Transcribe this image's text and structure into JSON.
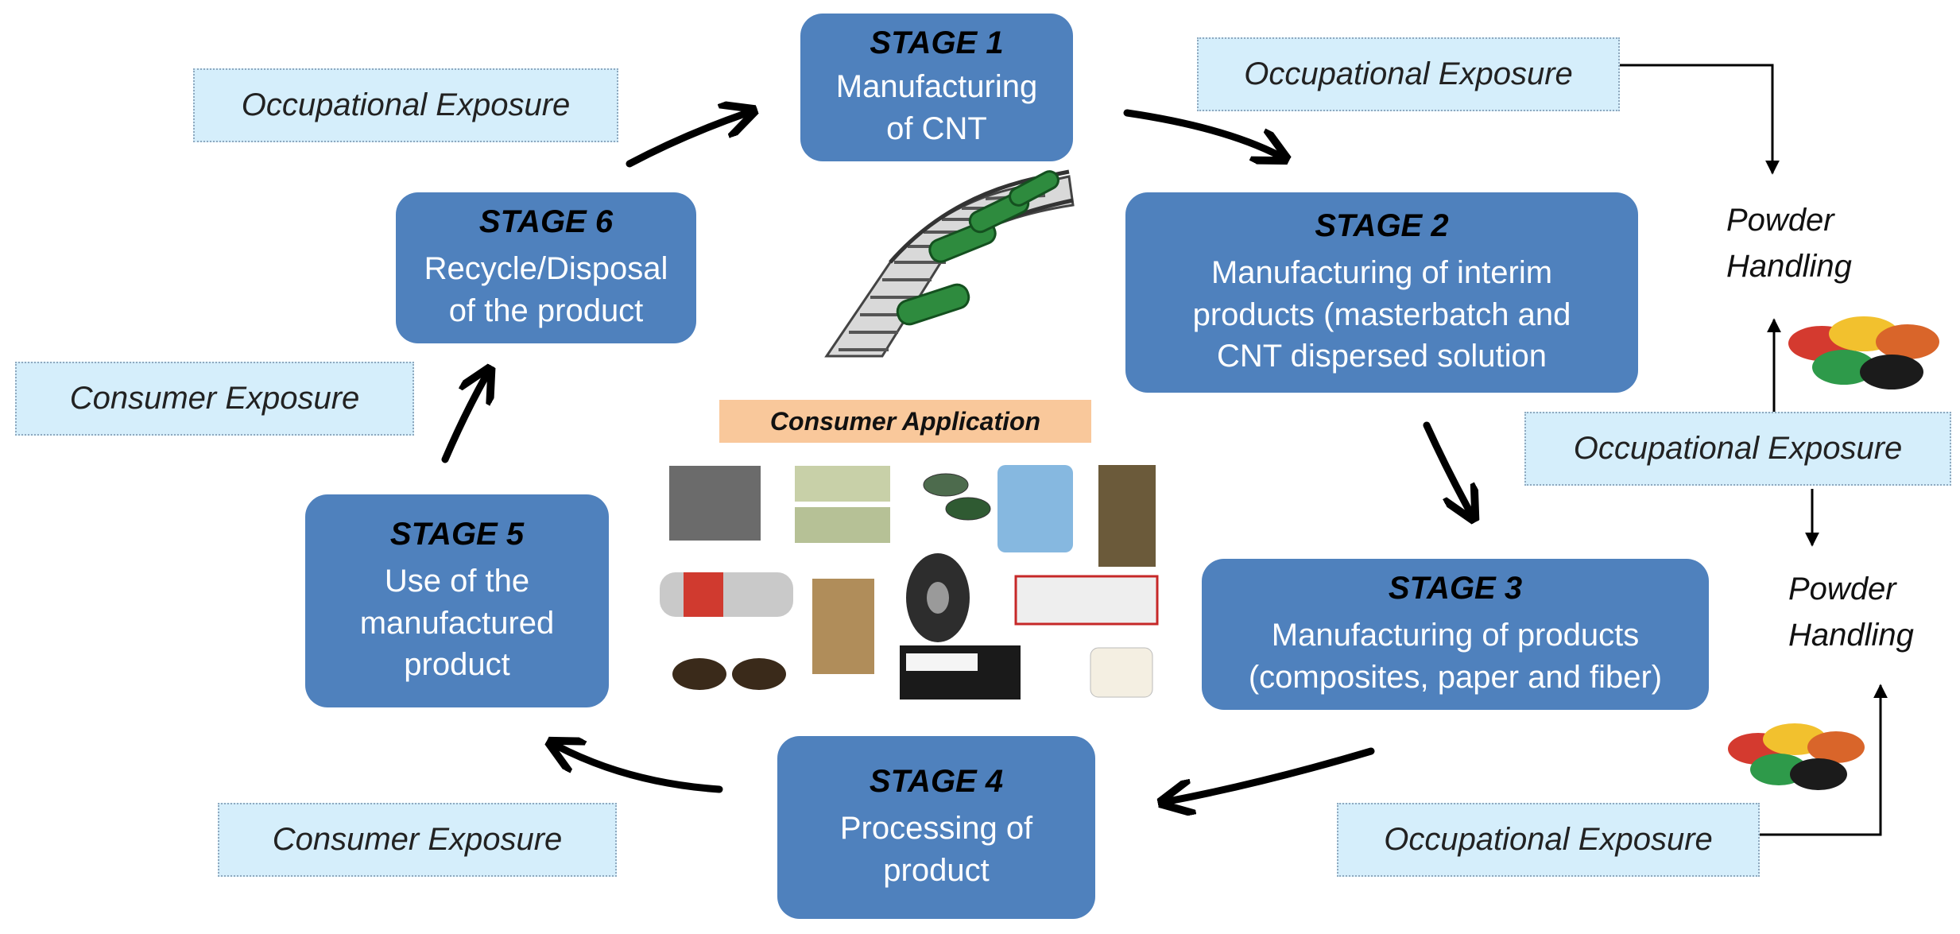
{
  "stages": [
    {
      "id": "stage1",
      "title": "STAGE 1",
      "lines": [
        "Manufacturing",
        "of CNT"
      ]
    },
    {
      "id": "stage2",
      "title": "STAGE 2",
      "lines": [
        "Manufacturing of interim",
        "products (masterbatch and",
        "CNT dispersed solution"
      ]
    },
    {
      "id": "stage3",
      "title": "STAGE 3",
      "lines": [
        "Manufacturing of products",
        "(composites, paper and fiber)"
      ]
    },
    {
      "id": "stage4",
      "title": "STAGE 4",
      "lines": [
        "Processing of",
        "product"
      ]
    },
    {
      "id": "stage5",
      "title": "STAGE 5",
      "lines": [
        "Use of the",
        "manufactured",
        "product"
      ]
    },
    {
      "id": "stage6",
      "title": "STAGE 6",
      "lines": [
        "Recycle/Disposal",
        "of the product"
      ]
    }
  ],
  "exposures": {
    "occ_top_left": "Occupational Exposure",
    "occ_top_right": "Occupational Exposure",
    "occ_mid_right": "Occupational Exposure",
    "occ_bottom_right": "Occupational Exposure",
    "consumer_left": "Consumer Exposure",
    "consumer_bottom": "Consumer Exposure"
  },
  "powder_handling": {
    "top": [
      "Powder",
      "Handling"
    ],
    "bottom": [
      "Powder",
      "Handling"
    ]
  },
  "consumer_application": "Consumer Application",
  "colors": {
    "stage_fill": "#4f81bd",
    "stage_title": "#000000",
    "stage_text": "#ffffff",
    "exposure_fill": "#d5eefb",
    "exposure_border": "#8fa9bf",
    "consumer_app_fill": "#f9c89b",
    "arrow": "#000000"
  }
}
